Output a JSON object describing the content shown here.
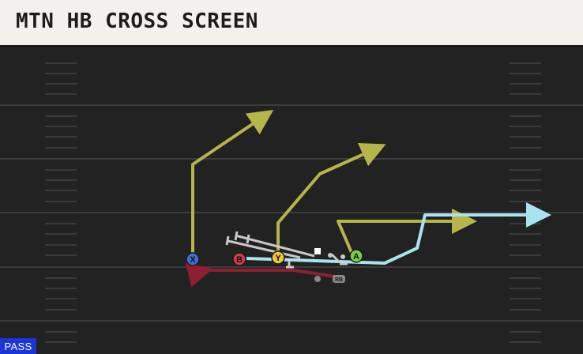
{
  "play": {
    "title": "MTN HB CROSS SCREEN",
    "badge": "PASS"
  },
  "players": [
    {
      "id": "x",
      "label": "X",
      "color": "#3f6fd1"
    },
    {
      "id": "b",
      "label": "B",
      "color": "#d63a4a"
    },
    {
      "id": "y",
      "label": "Y",
      "color": "#f0c43b"
    },
    {
      "id": "a",
      "label": "A",
      "color": "#7ccf4a"
    },
    {
      "id": "rb",
      "label": "RB",
      "color": "#888888"
    }
  ],
  "colors": {
    "field": "#222222",
    "yard_line": "#3c3c3c",
    "route_receiver": "#b5b54a",
    "route_screen": "#a8e4f0",
    "route_block": "#8e1f2e",
    "line": "#c8c8c8",
    "title_bg": "#f3f1ec",
    "badge_bg": "#1a36d6"
  }
}
